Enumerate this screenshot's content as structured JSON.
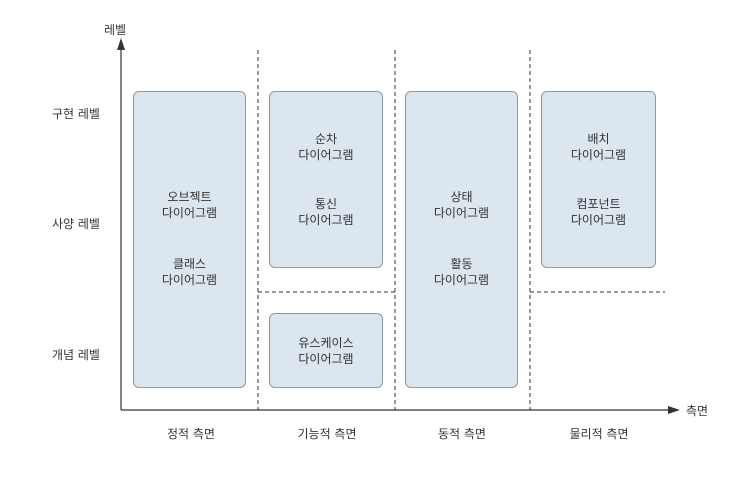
{
  "axes": {
    "y_label": "레벨",
    "x_label": "측면"
  },
  "levels": {
    "implementation": "구현 레벨",
    "specification": "사양 레벨",
    "conceptual": "개념 레벨"
  },
  "aspects": {
    "static": "정적 측면",
    "functional": "기능적 측면",
    "dynamic": "동적 측면",
    "physical": "물리적 측면"
  },
  "boxes": {
    "static": {
      "item1": [
        "오브젝트",
        "다이어그램"
      ],
      "item2": [
        "클래스",
        "다이어그램"
      ]
    },
    "functional_upper": {
      "item1": [
        "순차",
        "다이어그램"
      ],
      "item2": [
        "통신",
        "다이어그램"
      ]
    },
    "functional_lower": {
      "item1": [
        "유스케이스",
        "다이어그램"
      ]
    },
    "dynamic": {
      "item1": [
        "상태",
        "다이어그램"
      ],
      "item2": [
        "활동",
        "다이어그램"
      ]
    },
    "physical": {
      "item1": [
        "배치",
        "다이어그램"
      ],
      "item2": [
        "컴포넌트",
        "다이어그램"
      ]
    }
  },
  "colors": {
    "box_fill": "#dce6ef",
    "box_border": "#8e97a0",
    "line": "#333333"
  }
}
